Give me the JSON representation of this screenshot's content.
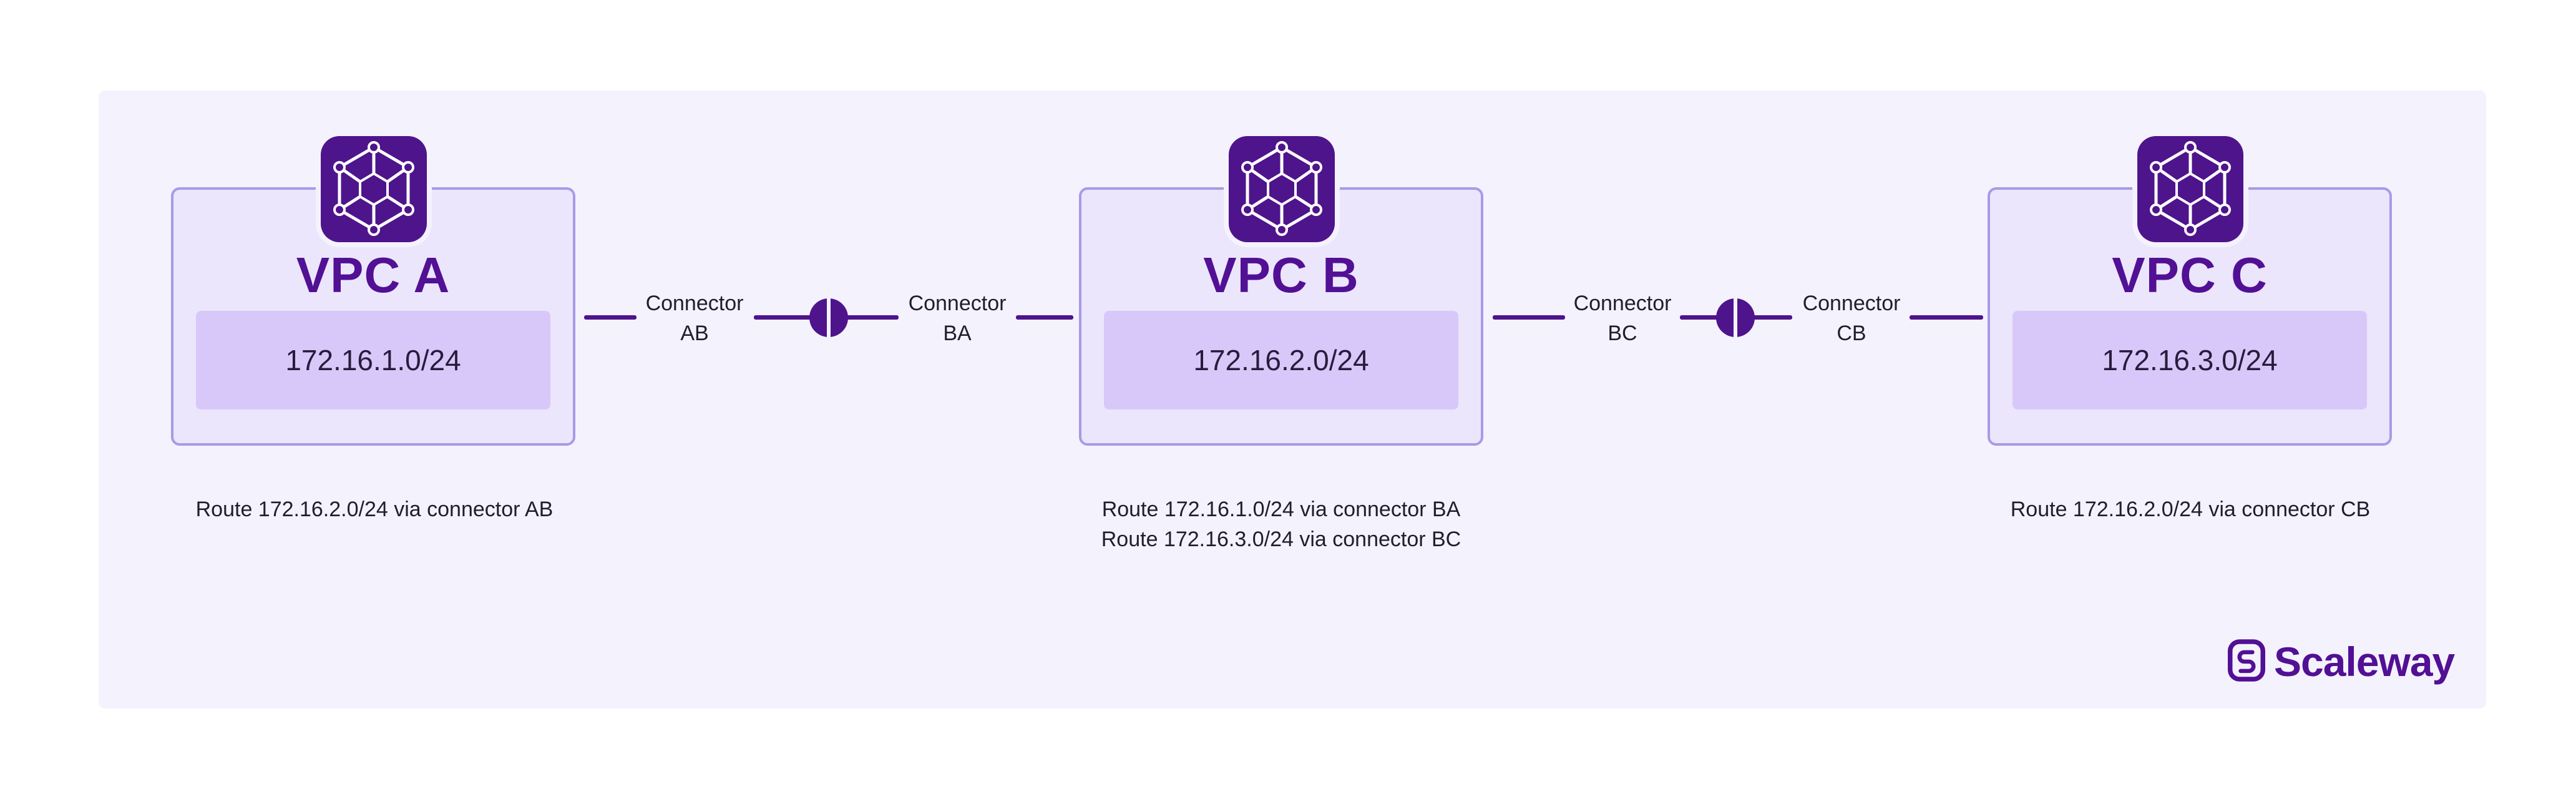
{
  "colors": {
    "accent": "#521094",
    "icon_bg": "#4e148c",
    "panel_bg": "#f4f2fd",
    "vpc_box_bg": "#ebe6fb",
    "vpc_box_border": "#a89ae8",
    "cidr_bg": "#d8c8fa"
  },
  "vpcs": [
    {
      "title": "VPC A",
      "cidr": "172.16.1.0/24",
      "icon": "vpc-network-icon",
      "routes": [
        "Route 172.16.2.0/24 via connector AB"
      ]
    },
    {
      "title": "VPC B",
      "cidr": "172.16.2.0/24",
      "icon": "vpc-network-icon",
      "routes": [
        "Route 172.16.1.0/24 via connector BA",
        "Route 172.16.3.0/24 via connector BC"
      ]
    },
    {
      "title": "VPC C",
      "cidr": "172.16.3.0/24",
      "icon": "vpc-network-icon",
      "routes": [
        "Route 172.16.2.0/24 via connector CB"
      ]
    }
  ],
  "connectors": [
    {
      "name": "Connector",
      "code": "AB"
    },
    {
      "name": "Connector",
      "code": "BA"
    },
    {
      "name": "Connector",
      "code": "BC"
    },
    {
      "name": "Connector",
      "code": "CB"
    }
  ],
  "logo": {
    "text": "Scaleway",
    "icon": "scaleway-logo-icon"
  }
}
